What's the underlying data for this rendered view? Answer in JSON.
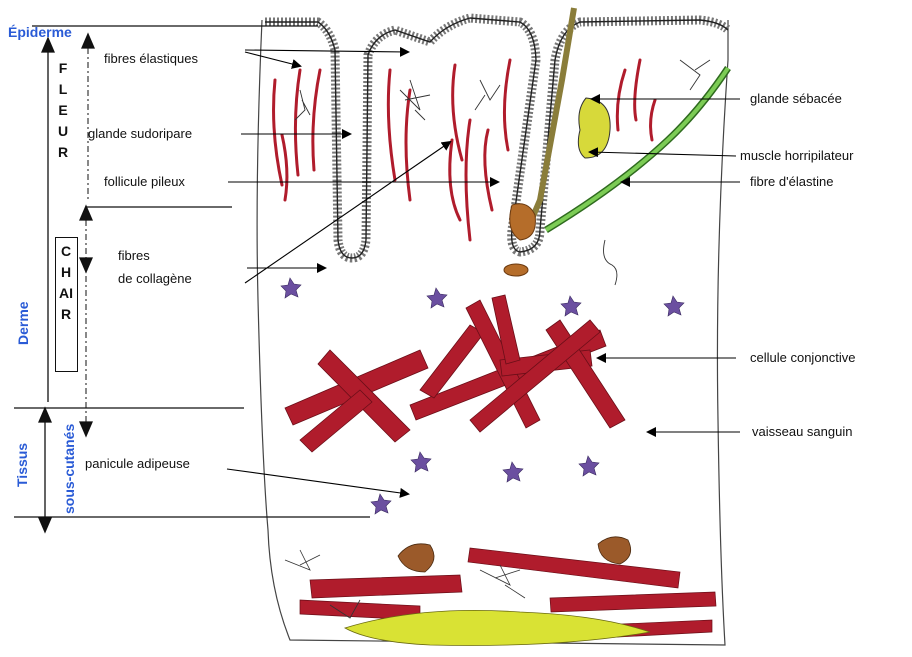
{
  "zones": {
    "epidermis": "Épiderme",
    "dermis": "Derme",
    "subcutaneous_1": "Tissus",
    "subcutaneous_2": "sous-cutanés",
    "flesh_upper": "FLEUR",
    "flesh_lower": "CHAIR"
  },
  "labels": {
    "fibres_elastiques": "fibres élastiques",
    "glande_sudoripare": "glande sudoripare",
    "follicule_pileux": "follicule pileux",
    "fibres_collagene_1": "fibres",
    "fibres_collagene_2": "de collagène",
    "panicule_adipeuse": "panicule adipeuse",
    "glande_sebacee": "glande sébacée",
    "muscle_horripilateur": "muscle horripilateur",
    "fibre_elastine": "fibre d'élastine",
    "cellule_conjonctive": "cellule conjonctive",
    "vaisseau_sanguin": "vaisseau sanguin"
  },
  "colors": {
    "zone_label": "#2a5bd6",
    "collagen": "#b01c2c",
    "elastin": "#5cb84a",
    "sebaceous": "#d7d93a",
    "cell": "#6b4fa0",
    "fat": "#d9e234"
  }
}
